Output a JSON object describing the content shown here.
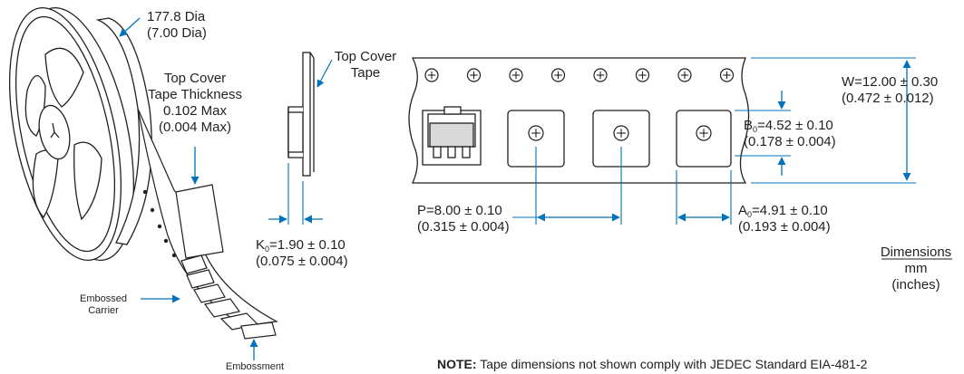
{
  "reel": {
    "diameter_mm": "177.8 Dia",
    "diameter_in": "(7.00 Dia)"
  },
  "cover_tape_thickness": {
    "line1": "Top Cover",
    "line2": "Tape Thickness",
    "line3": "0.102 Max",
    "line4": "(0.004 Max)"
  },
  "top_cover_tape": {
    "line1": "Top Cover",
    "line2": "Tape"
  },
  "k0": {
    "symbol": "K",
    "sub": "0",
    "value": "=1.90 ± 0.10",
    "inches": "(0.075 ± 0.004)"
  },
  "pitch": {
    "value": "P=8.00 ± 0.10",
    "inches": "(0.315 ± 0.004)"
  },
  "a0": {
    "symbol": "A",
    "sub": "0",
    "value": "=4.91 ± 0.10",
    "inches": "(0.193 ± 0.004)"
  },
  "b0": {
    "symbol": "B",
    "sub": "0",
    "value": "=4.52 ± 0.10",
    "inches": "(0.178 ± 0.004)"
  },
  "width": {
    "value": "W=12.00 ± 0.30",
    "inches": "(0.472 ± 0.012)"
  },
  "units": {
    "title": "Dimensions",
    "primary": "mm",
    "secondary": "(inches)"
  },
  "embossed_carrier": {
    "line1": "Embossed",
    "line2": "Carrier"
  },
  "embossment": "Embossment",
  "note": {
    "bold": "NOTE:",
    "text": " Tape dimensions not shown comply with JEDEC Standard EIA-481-2"
  },
  "colors": {
    "line": "#231f20",
    "dimension": "#0072bc",
    "fill": "#ffffff",
    "shade": "#d9d9d9"
  }
}
